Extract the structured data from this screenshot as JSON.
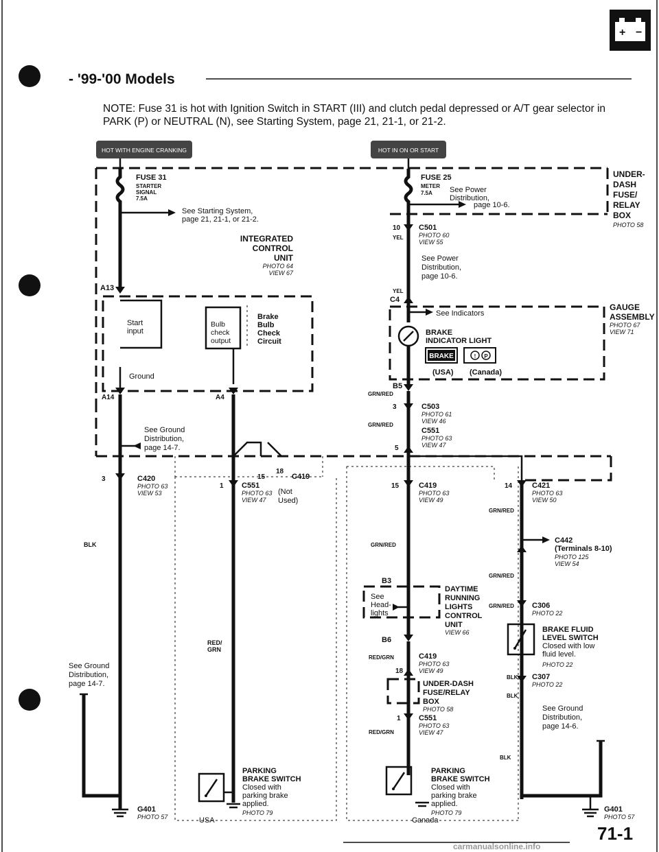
{
  "header": {
    "title": "- '99-'00 Models",
    "note_line1": "NOTE: Fuse 31 is hot with Ignition Switch in START (III) and clutch pedal depressed or A/T gear selector in",
    "note_line2": "PARK (P) or NEUTRAL (N), see Starting System, page 21, 21-1, or 21-2.",
    "tag_left": "HOT WITH ENGINE CRANKING",
    "tag_right": "HOT IN ON OR START",
    "page_number": "71-1",
    "watermark": "carmanualsonline.info"
  },
  "fuse_box": {
    "title": [
      "UNDER-",
      "DASH",
      "FUSE/",
      "RELAY",
      "BOX"
    ],
    "photo": "PHOTO 58",
    "fuse31": [
      "FUSE 31",
      "STARTER",
      "SIGNAL",
      "7.5A"
    ],
    "fuse31_ref": [
      "See Starting System,",
      "page 21, 21-1, or 21-2."
    ],
    "fuse25": [
      "FUSE 25",
      "METER",
      "7.5A"
    ],
    "fuse25_ref": [
      "See Power",
      "Distribution,",
      "page 10-6."
    ]
  },
  "icu": {
    "title": [
      "INTEGRATED",
      "CONTROL",
      "UNIT"
    ],
    "photo": "PHOTO 64",
    "view": "VIEW 67",
    "start_input": [
      "Start",
      "input"
    ],
    "bulb_output": [
      "Bulb",
      "check",
      "output"
    ],
    "brake_circuit": [
      "Brake",
      "Bulb",
      "Check",
      "Circuit"
    ],
    "ground": "Ground",
    "pin_a13": "A13",
    "pin_a14": "A14",
    "pin_a4": "A4"
  },
  "gauge": {
    "title": [
      "GAUGE",
      "ASSEMBLY"
    ],
    "photo": "PHOTO 67",
    "view": "VIEW 71",
    "see_indicators": "See Indicators",
    "light_title": [
      "BRAKE",
      "INDICATOR LIGHT"
    ],
    "brake_label": "BRAKE",
    "usa": "(USA)",
    "canada": "(Canada)",
    "pin_b5": "B5",
    "pin_c4": "C4"
  },
  "connectors": {
    "c501": {
      "pin": "10",
      "name": "C501",
      "photo": "PHOTO 60",
      "view": "VIEW 55",
      "wire": "YEL"
    },
    "c501_ref": [
      "See Power",
      "Distribution,",
      "page 10-6."
    ],
    "c503": {
      "pin": "3",
      "name": "C503",
      "photo": "PHOTO 61",
      "view": "VIEW 46"
    },
    "c551_top": {
      "pin": "5",
      "name": "C551",
      "photo": "PHOTO 63",
      "view": "VIEW 47"
    },
    "c420": {
      "pin": "3",
      "name": "C420",
      "photo": "PHOTO 63",
      "view": "VIEW 53"
    },
    "c551_left": {
      "pin": "1",
      "name": "C551",
      "photo": "PHOTO 63",
      "view": "VIEW 47"
    },
    "not_used": [
      "(Not",
      "Used)"
    ],
    "c419_mid": {
      "pin15": "15",
      "pin18": "18",
      "name": "C419"
    },
    "c419_right": {
      "pin": "15",
      "name": "C419",
      "photo": "PHOTO 63",
      "view": "VIEW 49"
    },
    "c421": {
      "pin": "14",
      "name": "C421",
      "photo": "PHOTO 63",
      "view": "VIEW 50"
    },
    "c442": {
      "name": "C442",
      "desc": "(Terminals 8-10)",
      "photo": "PHOTO 125",
      "view": "VIEW 54"
    },
    "c306": {
      "name": "C306",
      "photo": "PHOTO 22"
    },
    "c307": {
      "name": "C307",
      "photo": "PHOTO 22"
    },
    "c419_b6": {
      "pin": "18",
      "name": "C419",
      "photo": "PHOTO 63",
      "view": "VIEW 49"
    },
    "c551_bottom": {
      "pin": "1",
      "name": "C551",
      "photo": "PHOTO 63",
      "view": "VIEW 47"
    }
  },
  "wires": {
    "yel": "YEL",
    "grn_red": "GRN/RED",
    "blk": "BLK",
    "red_grn_a": "RED/",
    "red_grn_b": "GRN",
    "red_grn": "RED/GRN"
  },
  "drl": {
    "title": [
      "DAYTIME",
      "RUNNING",
      "LIGHTS",
      "CONTROL",
      "UNIT"
    ],
    "view": "VIEW 66",
    "see_headlights": [
      "See",
      "Head-",
      "lights"
    ],
    "pin_b3": "B3",
    "pin_b6": "B6"
  },
  "underdash2": {
    "title": [
      "UNDER-DASH",
      "FUSE/RELAY",
      "BOX"
    ],
    "photo": "PHOTO 58"
  },
  "fluid_switch": {
    "title": [
      "BRAKE FLUID",
      "LEVEL SWITCH"
    ],
    "desc": [
      "Closed with low",
      "fluid level."
    ],
    "photo": "PHOTO 22"
  },
  "park_usa": {
    "title": [
      "PARKING",
      "BRAKE SWITCH"
    ],
    "desc": [
      "Closed with",
      "parking brake",
      "applied."
    ],
    "photo": "PHOTO 79",
    "region": "USA"
  },
  "park_canada": {
    "title": [
      "PARKING",
      "BRAKE SWITCH"
    ],
    "desc": [
      "Closed with",
      "parking brake",
      "applied."
    ],
    "photo": "PHOTO 79",
    "region": "Canada"
  },
  "grounds": {
    "left_ref": [
      "See Ground",
      "Distribution,",
      "page 14-7."
    ],
    "mid_ref": [
      "See Ground",
      "Distribution,",
      "page 14-7."
    ],
    "right_ref": [
      "See Ground",
      "Distribution,",
      "page 14-6."
    ],
    "g401": "G401",
    "g401_photo": "PHOTO 57"
  }
}
